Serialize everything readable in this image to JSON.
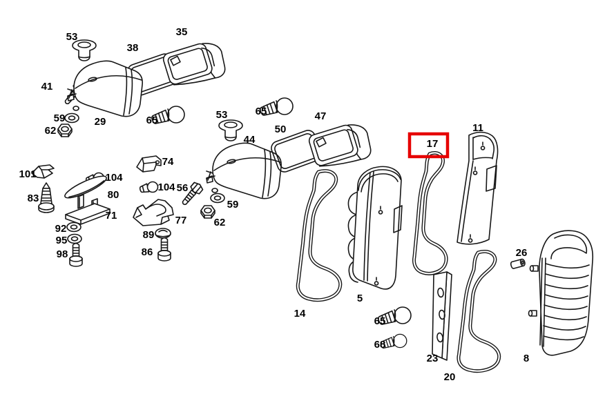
{
  "diagram": {
    "type": "exploded-parts-diagram",
    "subject": "tail lamp / turn signal lamp assembly parts",
    "background_color": "#ffffff",
    "line_color": "#161616",
    "highlight": {
      "selected_label": "17",
      "box_color": "#e60000"
    },
    "parts": [
      {
        "label": "53",
        "name": "rubber grommet front"
      },
      {
        "label": "38",
        "name": "lens gasket front"
      },
      {
        "label": "35",
        "name": "lens housing front"
      },
      {
        "label": "41",
        "name": "hex bolt"
      },
      {
        "label": "29",
        "name": "lamp housing front"
      },
      {
        "label": "59",
        "name": "washer"
      },
      {
        "label": "62",
        "name": "hex nut"
      },
      {
        "label": "65",
        "name": "bulb"
      },
      {
        "label": "53",
        "name": "rubber grommet rear"
      },
      {
        "label": "44",
        "name": "lamp housing rear"
      },
      {
        "label": "65",
        "name": "bulb"
      },
      {
        "label": "50",
        "name": "lens gasket rear"
      },
      {
        "label": "47",
        "name": "lens housing rear"
      },
      {
        "label": "101",
        "name": "spring clip"
      },
      {
        "label": "104",
        "name": "small bulb"
      },
      {
        "label": "74",
        "name": "bracket small"
      },
      {
        "label": "83",
        "name": "tapping screw"
      },
      {
        "label": "80",
        "name": "license lamp lens"
      },
      {
        "label": "104",
        "name": "small bulb"
      },
      {
        "label": "71",
        "name": "license lamp housing"
      },
      {
        "label": "56",
        "name": "hex bolt"
      },
      {
        "label": "59",
        "name": "washer"
      },
      {
        "label": "62",
        "name": "hex nut"
      },
      {
        "label": "77",
        "name": "bracket large"
      },
      {
        "label": "92",
        "name": "washer"
      },
      {
        "label": "95",
        "name": "washer"
      },
      {
        "label": "98",
        "name": "pan bolt"
      },
      {
        "label": "89",
        "name": "clip nut"
      },
      {
        "label": "86",
        "name": "pan bolt"
      },
      {
        "label": "14",
        "name": "tail lamp gasket outer"
      },
      {
        "label": "5",
        "name": "tail lamp housing"
      },
      {
        "label": "17",
        "name": "tail lamp gasket selected"
      },
      {
        "label": "11",
        "name": "tail lamp shell"
      },
      {
        "label": "65",
        "name": "bulb"
      },
      {
        "label": "68",
        "name": "small bulb"
      },
      {
        "label": "23",
        "name": "bulb carrier plate"
      },
      {
        "label": "20",
        "name": "tail lamp gasket rear"
      },
      {
        "label": "26",
        "name": "spacer sleeve"
      },
      {
        "label": "8",
        "name": "ribbed tail lamp lens"
      }
    ]
  }
}
